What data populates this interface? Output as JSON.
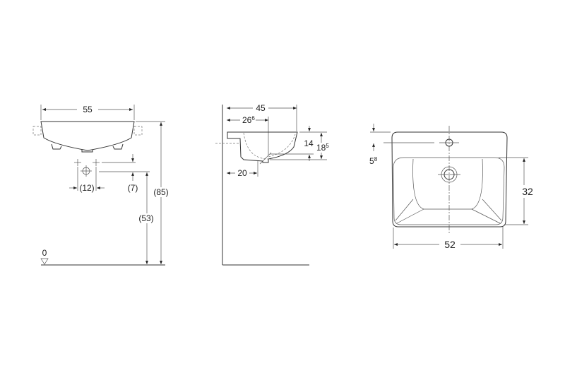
{
  "front_view": {
    "width": "55",
    "tap_spacing": "(12)",
    "tap_offset": "(7)",
    "drain_height": "(53)",
    "rim_height": "(85)",
    "floor_level": "0"
  },
  "side_view": {
    "depth": "45",
    "bowl_depth_main": "26",
    "bowl_depth_sup": "6",
    "drain_distance": "20",
    "inset_height": "14",
    "total_height_main": "18",
    "total_height_sup": "5"
  },
  "top_view": {
    "tap_hole_offset_main": "5",
    "tap_hole_offset_sup": "8",
    "bowl_depth": "32",
    "bowl_width": "52"
  }
}
